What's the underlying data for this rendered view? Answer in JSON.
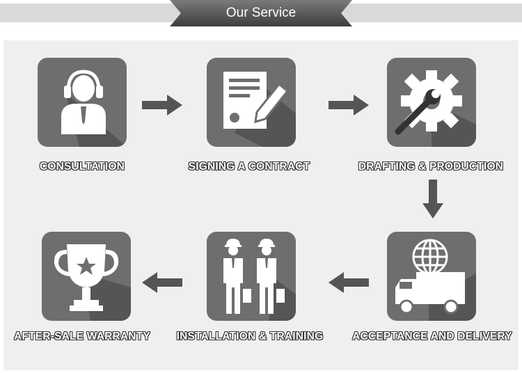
{
  "header": {
    "title": "Our Service"
  },
  "steps": [
    {
      "label": "CONSULTATION",
      "icon": "headset-person-icon"
    },
    {
      "label": "SIGNING A CONTRACT",
      "icon": "contract-pen-icon"
    },
    {
      "label": "DRAFTING & PRODUCTION",
      "icon": "gear-wrench-icon"
    },
    {
      "label": "ACCEPTANCE AND DELIVERY",
      "icon": "globe-truck-icon"
    },
    {
      "label": "INSTALLATION & TRAINING",
      "icon": "workers-icon"
    },
    {
      "label": "AFTER-SALE WARRANTY",
      "icon": "trophy-icon"
    }
  ],
  "colors": {
    "tile": "#6e6e6e",
    "tile_shadow": "#4a4a4a",
    "arrow": "#555555",
    "panel": "#efefef",
    "banner": "#d9d9d9"
  }
}
